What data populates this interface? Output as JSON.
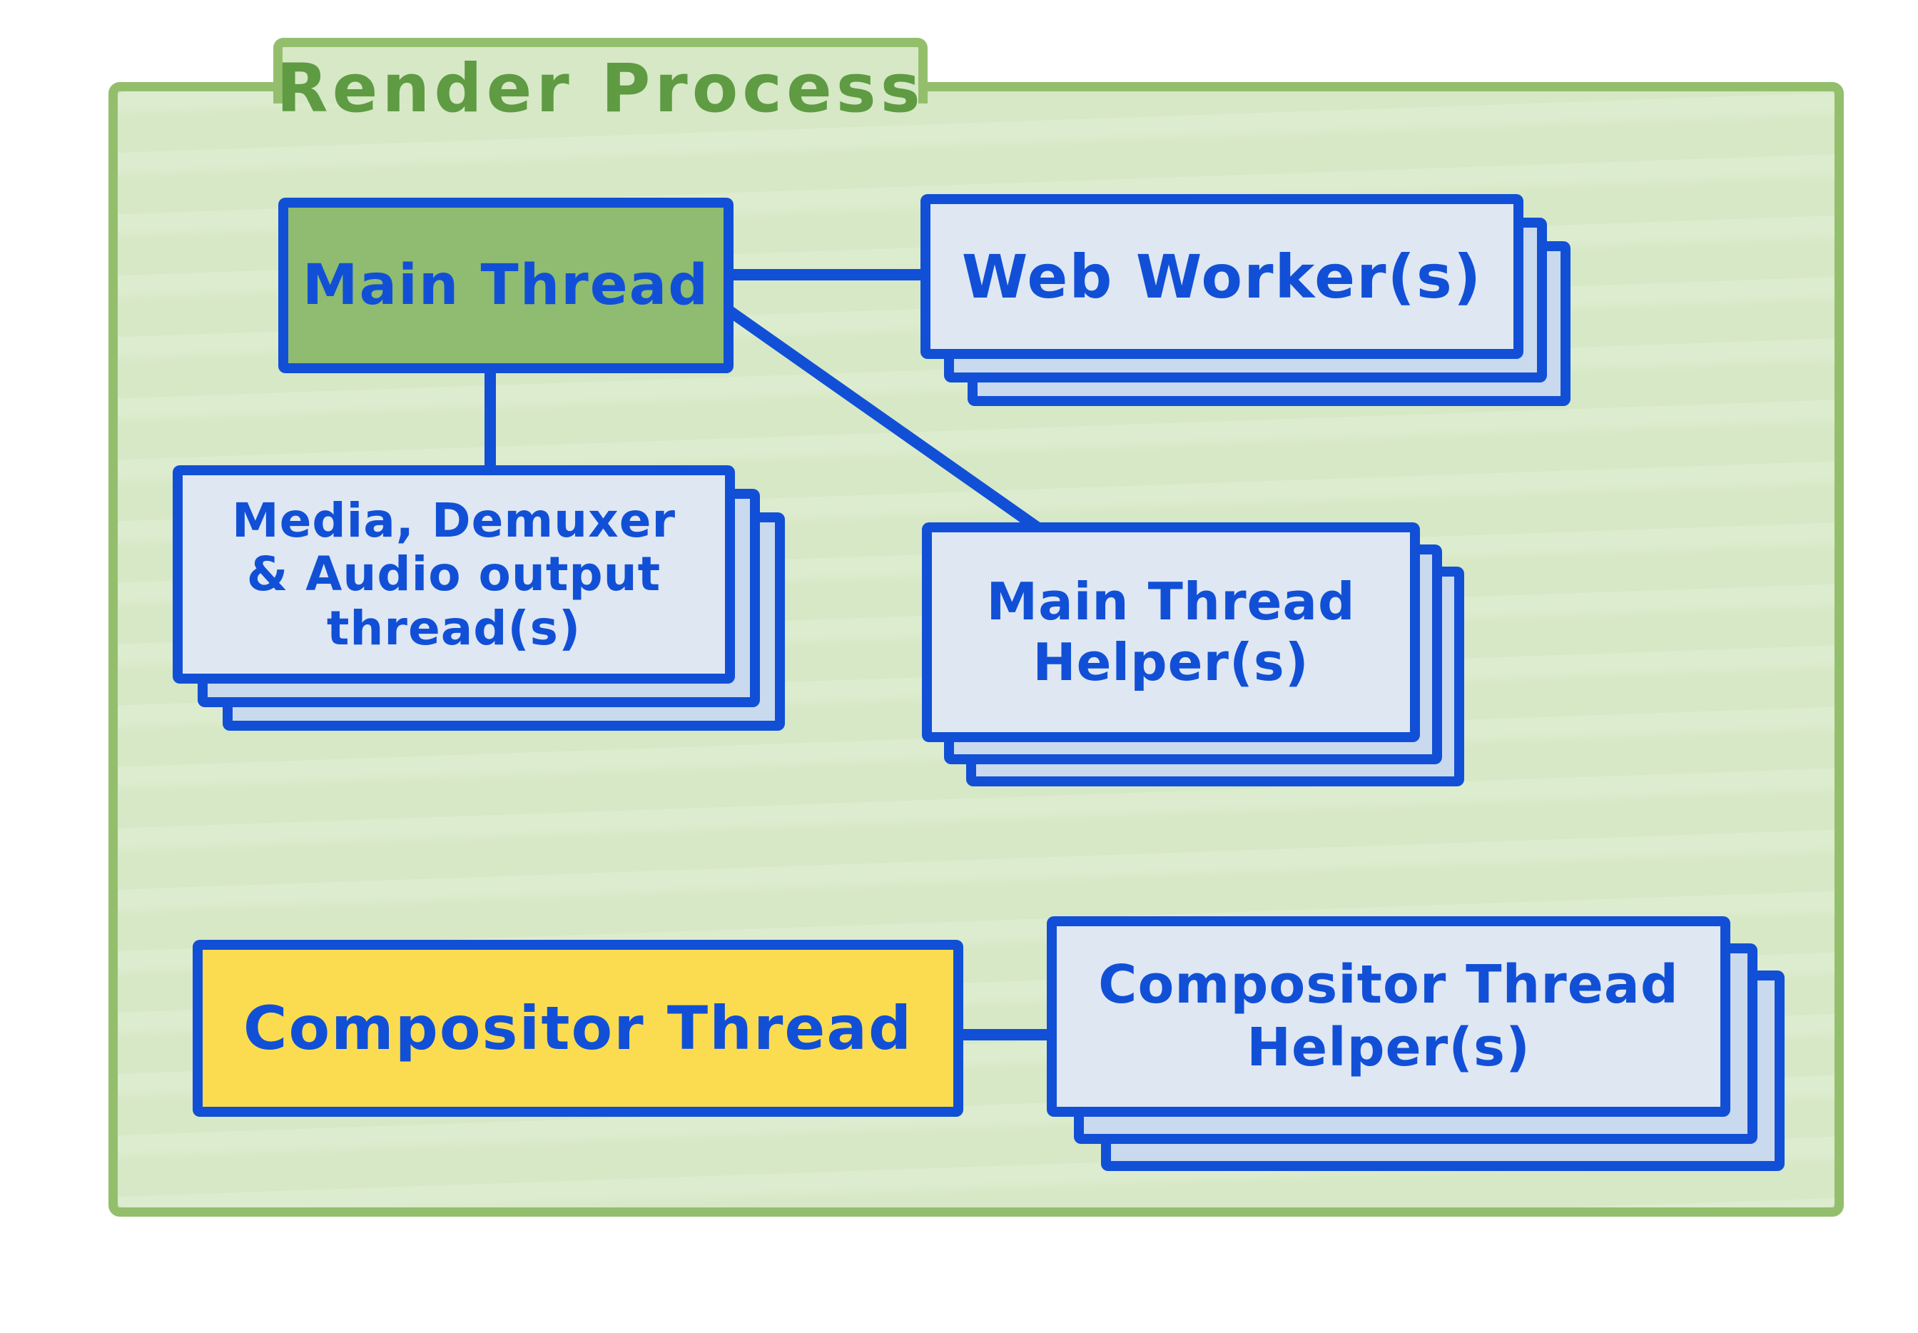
{
  "title": "Render Process",
  "colors": {
    "canvas_bg": "#ffffff",
    "container_fill": "#d6e8c5",
    "container_border": "#93bf6d",
    "title_green": "#5e9b43",
    "ink_blue": "#1150d6",
    "card_fill": "#dfe7f3",
    "card_back_fill": "#c9d9ee",
    "main_thread_fill": "#8fbc70",
    "compositor_fill": "#fbdc51"
  },
  "nodes": {
    "main_thread": {
      "label": "Main Thread"
    },
    "web_workers": {
      "label": "Web Worker(s)"
    },
    "media": {
      "lines": [
        "Media, Demuxer",
        "& Audio output",
        "thread(s)"
      ]
    },
    "main_thread_helpers": {
      "lines": [
        "Main Thread",
        "Helper(s)"
      ]
    },
    "compositor_thread": {
      "label": "Compositor Thread"
    },
    "compositor_thread_helpers": {
      "lines": [
        "Compositor Thread",
        "Helper(s)"
      ]
    }
  },
  "edges": [
    {
      "from": "main_thread",
      "to": "web_workers"
    },
    {
      "from": "main_thread",
      "to": "media"
    },
    {
      "from": "main_thread",
      "to": "main_thread_helpers"
    },
    {
      "from": "compositor_thread",
      "to": "compositor_thread_helpers"
    }
  ]
}
